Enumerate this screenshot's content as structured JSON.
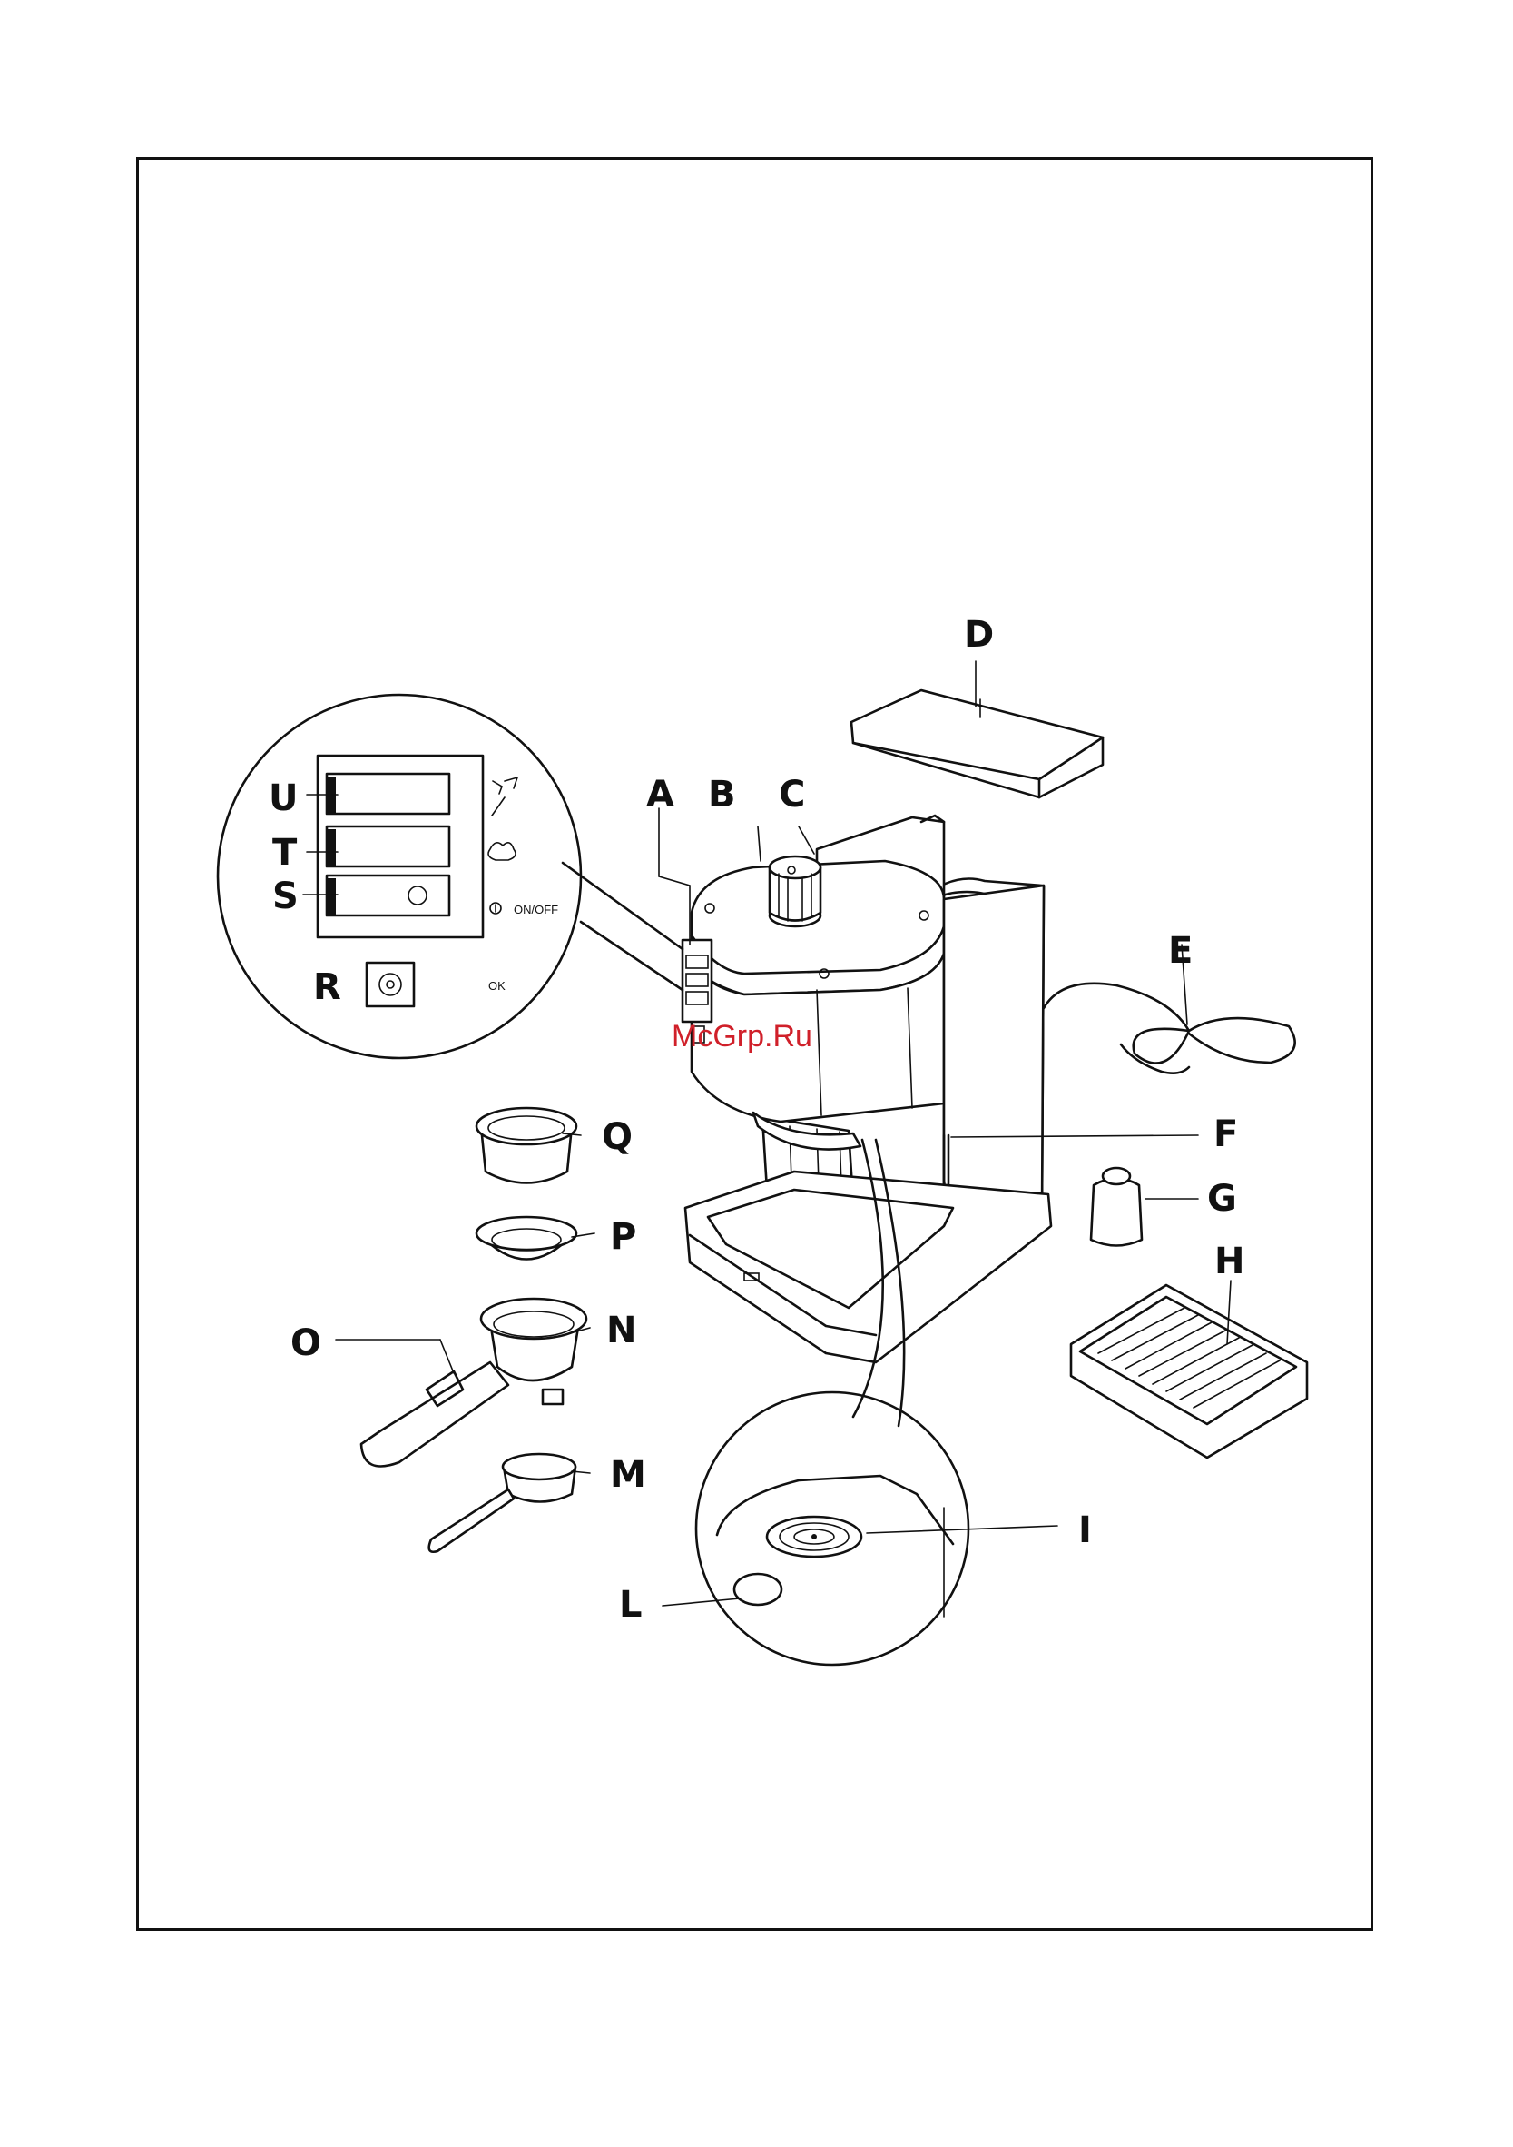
{
  "labels": {
    "A": "A",
    "B": "B",
    "C": "C",
    "D": "D",
    "E": "E",
    "F": "F",
    "G": "G",
    "H": "H",
    "I": "I",
    "L": "L",
    "M": "M",
    "N": "N",
    "O": "O",
    "P": "P",
    "Q": "Q",
    "R": "R",
    "S": "S",
    "T": "T",
    "U": "U"
  },
  "control_panel": {
    "on_off": "ON/OFF",
    "ok": "OK"
  },
  "watermark": "McGrp.Ru",
  "colors": {
    "ink": "#111111",
    "watermark": "#d0202a"
  }
}
